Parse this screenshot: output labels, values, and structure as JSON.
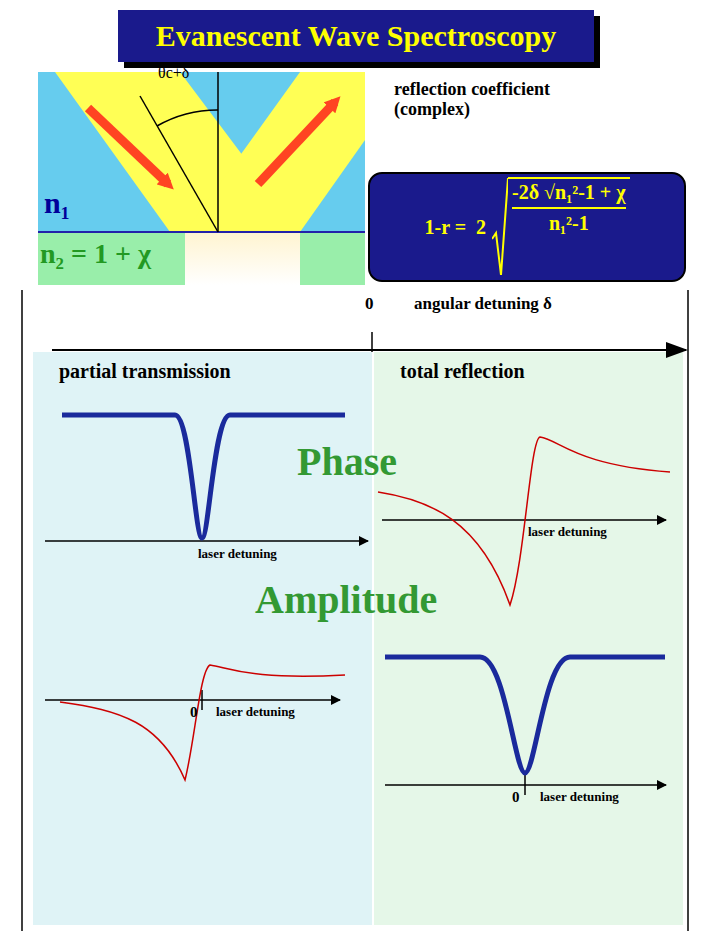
{
  "diagram": {
    "title": "Evanescent Wave Spectroscopy",
    "nodes": [
      {
        "text": [
          "1-r =  2",
          "-2δ √n₁²-1 + χ",
          "n₁²-1"
        ]
      },
      {
        "text": [
          "partial transmission"
        ]
      },
      {
        "text": [
          "total reflection"
        ]
      }
    ],
    "labels": [
      "θc+δ",
      "reflection coefficient (complex)",
      "n₁",
      "n₂ = 1 + χ",
      "0",
      "angular detuning δ",
      "laser detuning",
      "Phase",
      "laser detuning",
      "Amplitude",
      "0",
      "laser detuning",
      "laser detuning",
      "0"
    ]
  }
}
